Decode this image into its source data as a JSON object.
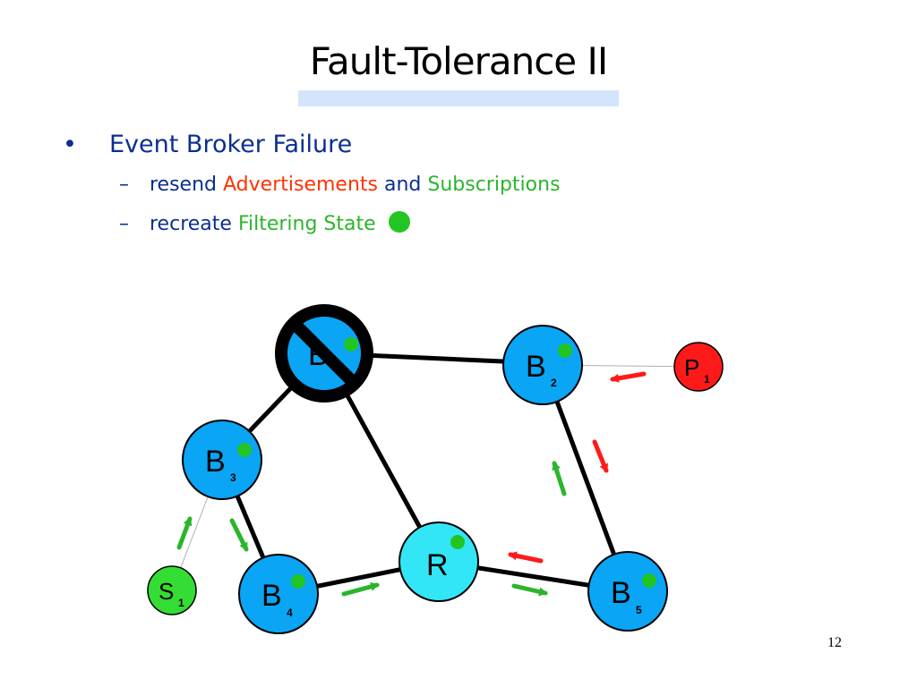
{
  "title": "Fault-Tolerance II",
  "bullets": {
    "main": {
      "marker": "•",
      "text": "Event Broker Failure"
    },
    "sub1": {
      "dash": "–",
      "pre": "resend",
      "adv": "Advertisements",
      "mid": "and",
      "subs": "Subscriptions"
    },
    "sub2": {
      "dash": "–",
      "pre": "recreate",
      "filtering": "Filtering State"
    }
  },
  "colors": {
    "text_blue": "#0b2f8f",
    "advertisement_red": "#ff3300",
    "subscription_green": "#2bb52b",
    "broker_blue": "#0aa5f5",
    "router_cyan": "#33e6f5",
    "publisher_red": "#ff1a1a",
    "subscriber_green": "#33dd33",
    "filter_dot_green": "#22c522"
  },
  "diagram": {
    "nodes": [
      {
        "id": "B1",
        "letter": "B",
        "sub": "",
        "kind": "broker",
        "failed": true
      },
      {
        "id": "B2",
        "letter": "B",
        "sub": "2",
        "kind": "broker"
      },
      {
        "id": "B3",
        "letter": "B",
        "sub": "3",
        "kind": "broker"
      },
      {
        "id": "B4",
        "letter": "B",
        "sub": "4",
        "kind": "broker"
      },
      {
        "id": "B5",
        "letter": "B",
        "sub": "5",
        "kind": "broker"
      },
      {
        "id": "R",
        "letter": "R",
        "sub": "",
        "kind": "router"
      },
      {
        "id": "P1",
        "letter": "P",
        "sub": "1",
        "kind": "publisher"
      },
      {
        "id": "S1",
        "letter": "S",
        "sub": "1",
        "kind": "subscriber"
      }
    ],
    "edges": [
      [
        "B1",
        "B2"
      ],
      [
        "B1",
        "B3"
      ],
      [
        "B1",
        "R"
      ],
      [
        "B3",
        "B4"
      ],
      [
        "B4",
        "R"
      ],
      [
        "R",
        "B5"
      ],
      [
        "B2",
        "B5"
      ],
      [
        "B2",
        "P1"
      ],
      [
        "B3",
        "S1"
      ]
    ],
    "failed_node_symbol": "no-sign-icon",
    "filter_state_icon": "green-dot-icon",
    "arrow_legend": {
      "red": "advertisement",
      "green": "subscription"
    }
  },
  "page_number": "12"
}
